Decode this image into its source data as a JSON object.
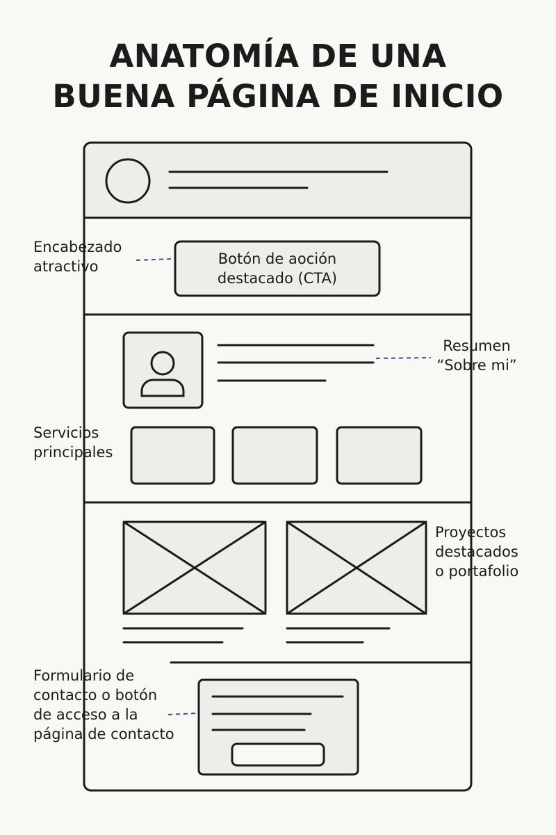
{
  "title": {
    "line1": "ANATOMÍA DE UNA",
    "line2": "BUENA PÁGINA DE INICIO"
  },
  "cta_button": {
    "line1": "Botón de aoción",
    "line2": "destacado (CTA)"
  },
  "labels": {
    "header": [
      "Encabezado",
      "atractivo"
    ],
    "about": [
      "Resumen",
      "“Sobre mi”"
    ],
    "services": [
      "Servicios",
      "principales"
    ],
    "projects": [
      "Proyectos",
      "destacados",
      "o portafolio"
    ],
    "contact": [
      "Formulario de",
      "contacto o botón",
      "de acceso a la",
      "página de contacto"
    ]
  },
  "icons": {
    "logo": "logo-circle-icon",
    "avatar": "person-avatar-icon",
    "image": "image-placeholder-icon"
  },
  "colors": {
    "background": "#faf8f4",
    "stroke": "#1b1b1b",
    "box_fill": "#efedea",
    "leader": "#3b4f8a"
  }
}
